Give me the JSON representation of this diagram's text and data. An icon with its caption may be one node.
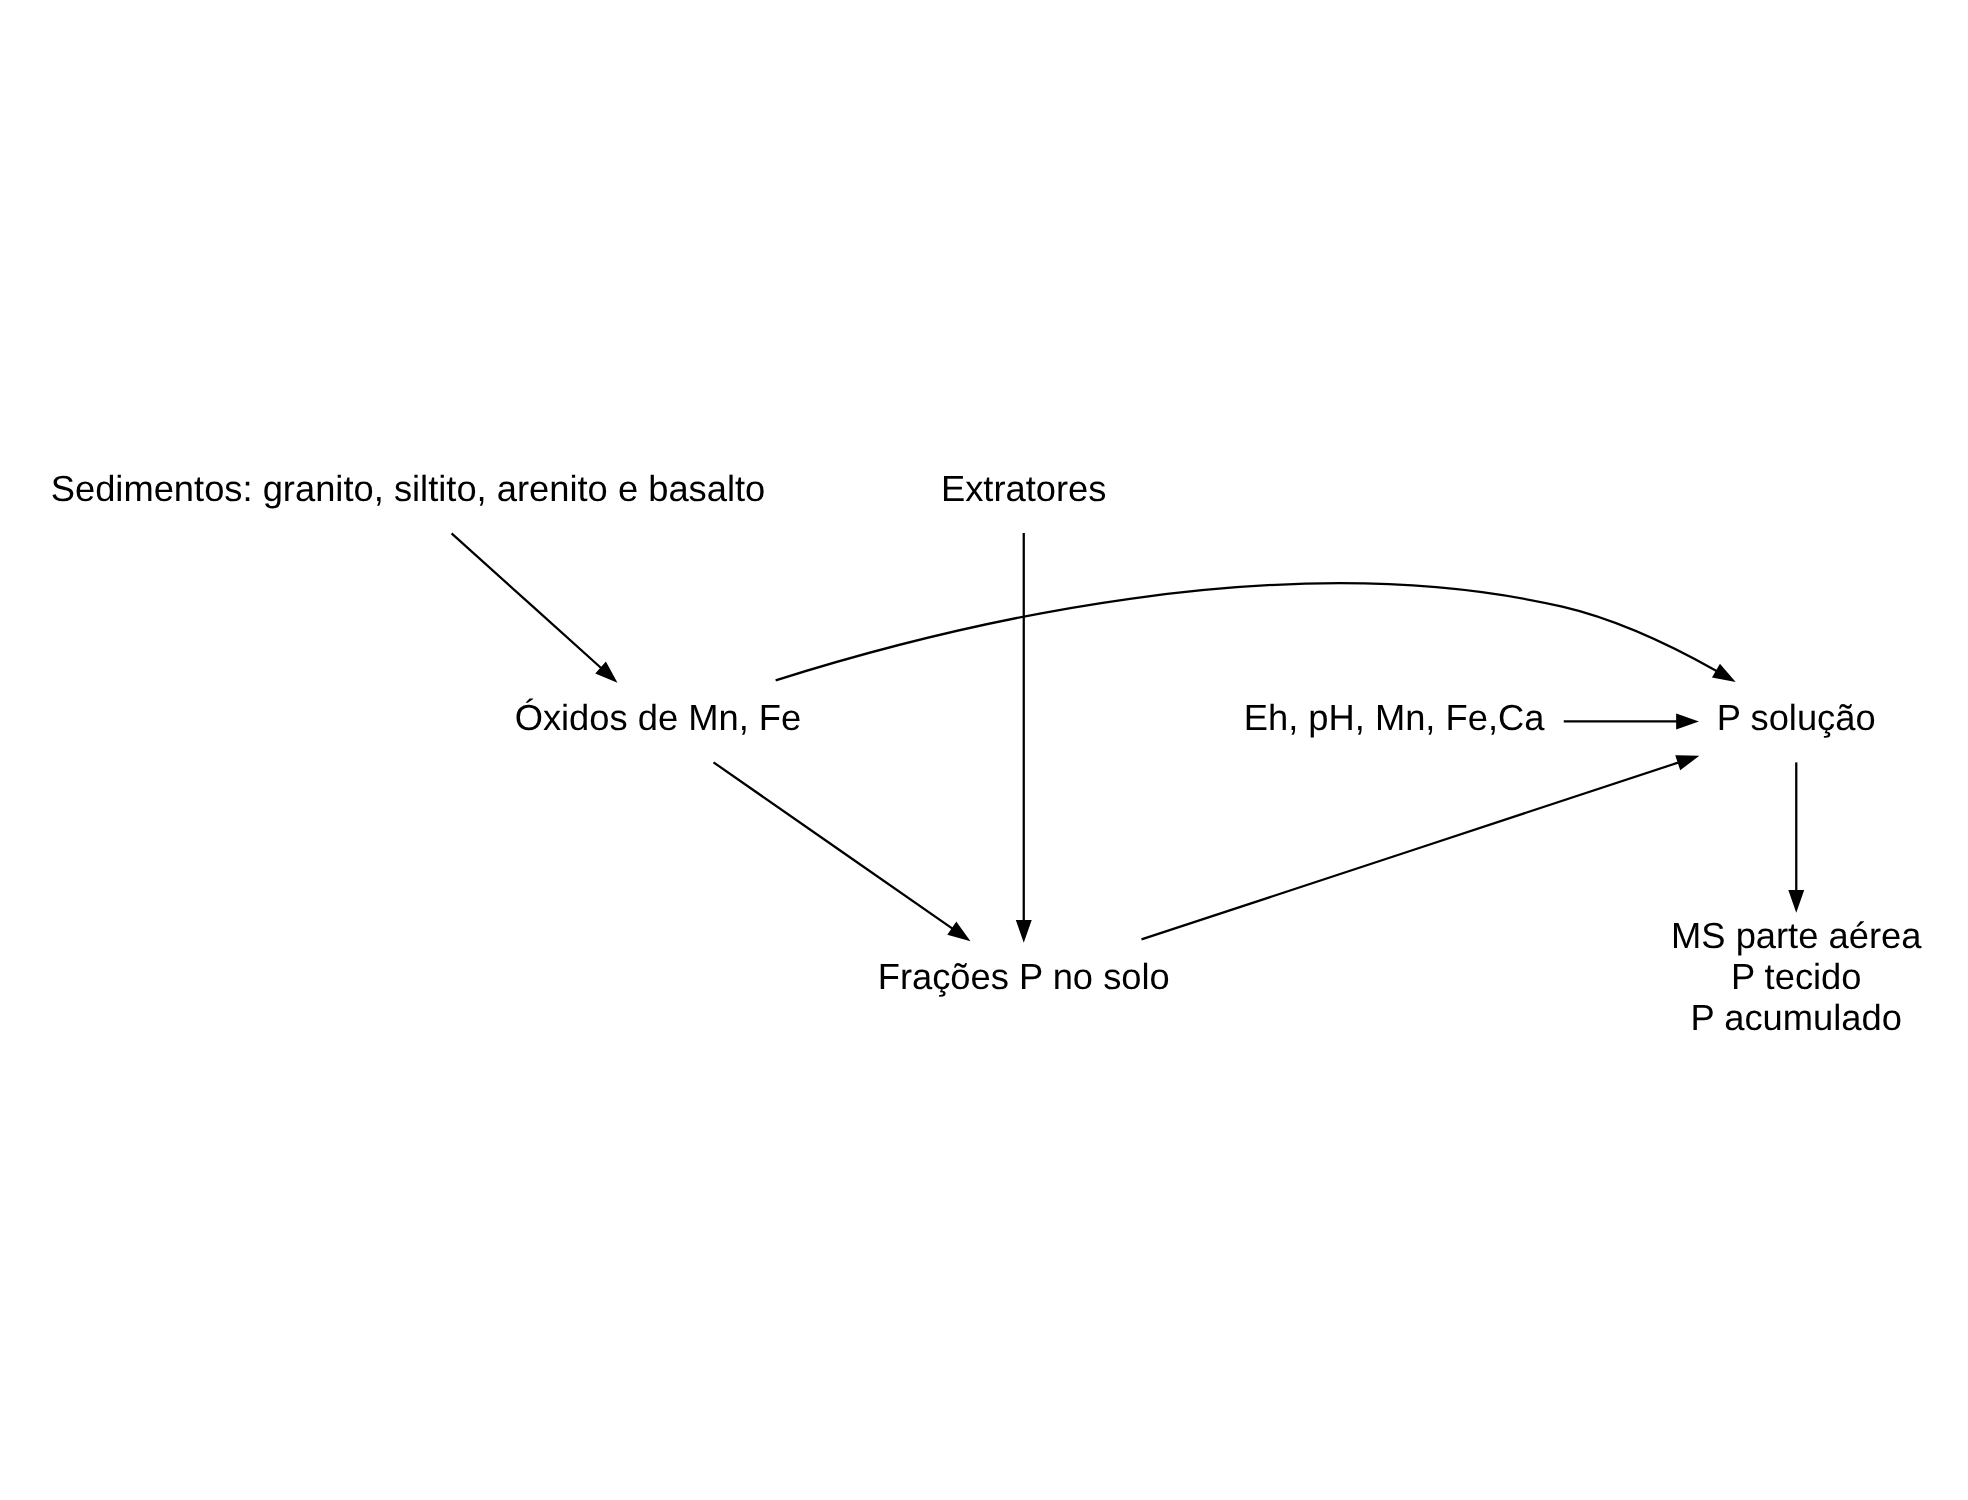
{
  "diagram": {
    "nodes": [
      {
        "text": [
          "Sedimentos: granito, siltito, arenito e basalto"
        ]
      },
      {
        "text": [
          "Extratores"
        ]
      },
      {
        "text": [
          "Frações P no solo"
        ]
      },
      {
        "text": [
          "Óxidos de Mn, Fe"
        ]
      },
      {
        "text": [
          "P solução"
        ]
      },
      {
        "text": [
          "Eh, pH, Mn, Fe,Ca"
        ]
      },
      {
        "text": [
          "MS parte aérea",
          "P tecido",
          "P acumulado"
        ]
      }
    ],
    "edges": [
      {
        "from": 0,
        "to": 3,
        "arrow": "to"
      },
      {
        "from": 1,
        "to": 2,
        "arrow": "to"
      },
      {
        "from": 3,
        "to": 2,
        "arrow": "to"
      },
      {
        "from": 2,
        "to": 4,
        "arrow": "to"
      },
      {
        "from": 3,
        "to": 4,
        "arrow": "to"
      },
      {
        "from": 5,
        "to": 4,
        "arrow": "to"
      },
      {
        "from": 4,
        "to": 6,
        "arrow": "to"
      }
    ]
  }
}
